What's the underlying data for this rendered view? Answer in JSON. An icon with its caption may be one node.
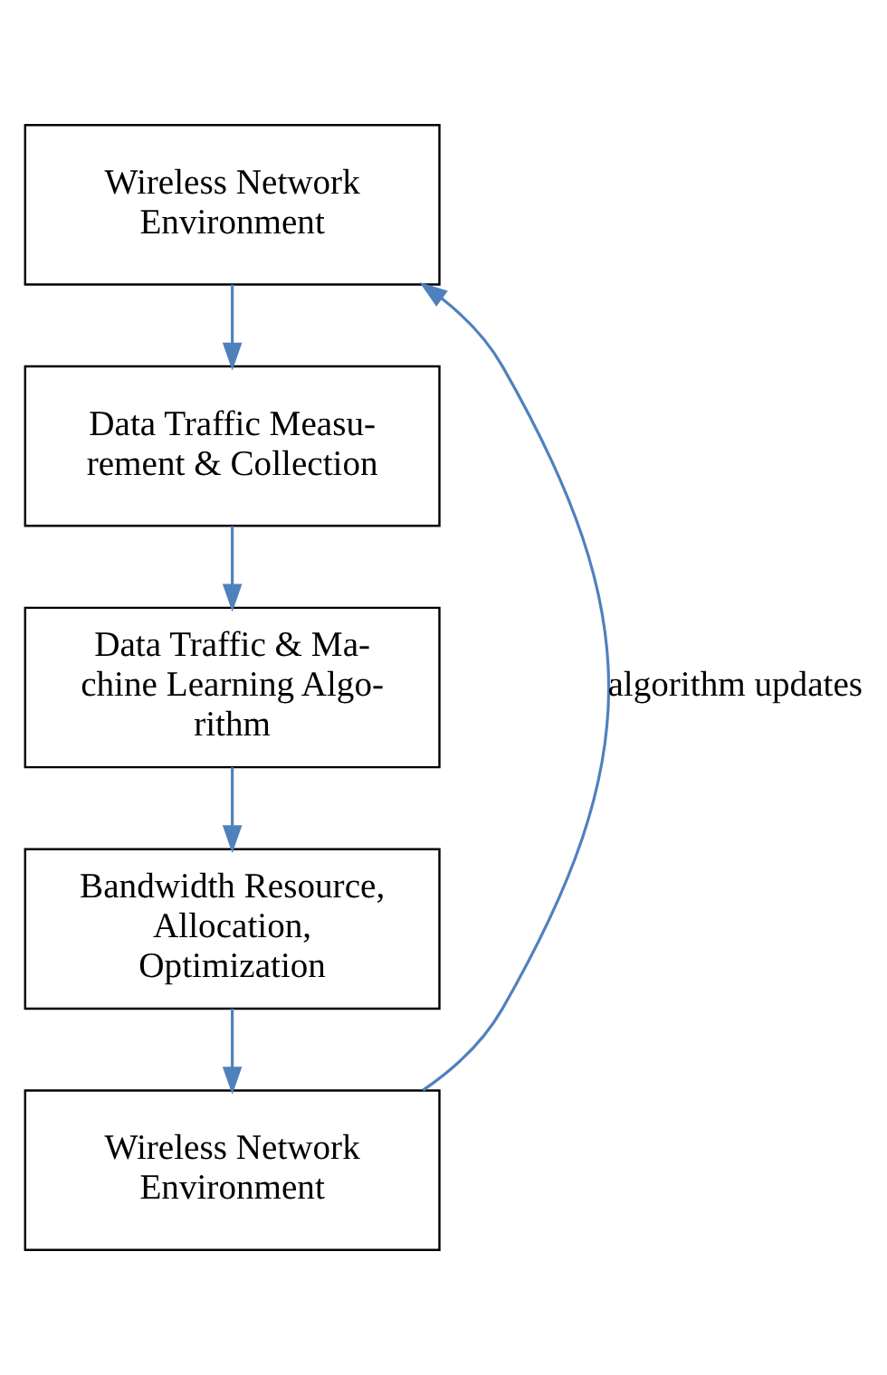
{
  "diagram": {
    "nodes": [
      {
        "text": [
          "Wireless Network Environment"
        ]
      },
      {
        "text": [
          "Data Traffic Measu- rement & Collection"
        ]
      },
      {
        "text": [
          "Data Traffic & Ma- chine Learning Algo- rithm"
        ]
      },
      {
        "text": [
          "Bandwidth Resource, Allocation, Optimization"
        ]
      },
      {
        "text": [
          "Wireless Network Environment"
        ]
      }
    ],
    "edges": [
      {
        "from": 0,
        "to": 1,
        "arrow": "to"
      },
      {
        "from": 1,
        "to": 2,
        "arrow": "to"
      },
      {
        "from": 2,
        "to": 3,
        "arrow": "to"
      },
      {
        "from": 3,
        "to": 4,
        "arrow": "to"
      },
      {
        "from": 4,
        "to": 0,
        "arrow": "to",
        "label": "algorithm updates"
      }
    ]
  }
}
